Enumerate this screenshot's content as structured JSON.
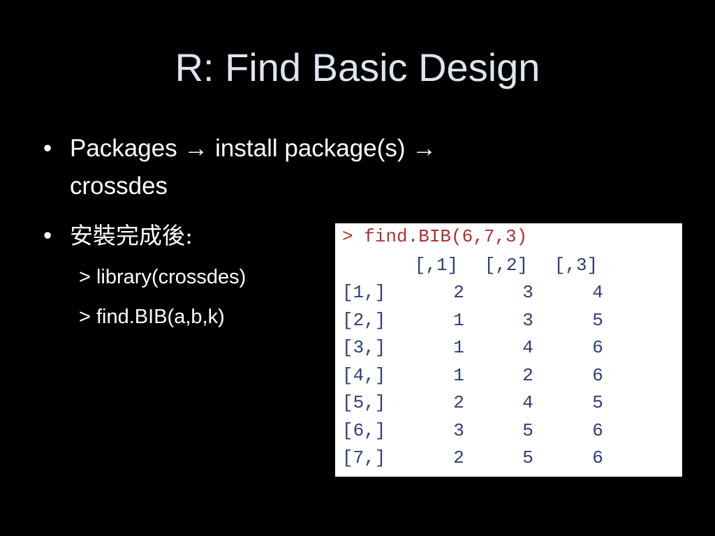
{
  "slide": {
    "title": "R: Find Basic Design",
    "bullets": [
      {
        "marker": "•",
        "lines": [
          "Packages → install package(s) →",
          "crossdes"
        ]
      },
      {
        "marker": "•",
        "text": "安裝完成後:"
      }
    ],
    "sub_items": [
      "> library(crossdes)",
      "> find.BIB(a,b,k)"
    ]
  },
  "console": {
    "command": "> find.BIB(6,7,3)",
    "col_headers": [
      "[,1]",
      "[,2]",
      "[,3]"
    ],
    "rows": [
      {
        "label": "[1,]",
        "values": [
          "2",
          "3",
          "4"
        ]
      },
      {
        "label": "[2,]",
        "values": [
          "1",
          "3",
          "5"
        ]
      },
      {
        "label": "[3,]",
        "values": [
          "1",
          "4",
          "6"
        ]
      },
      {
        "label": "[4,]",
        "values": [
          "1",
          "2",
          "6"
        ]
      },
      {
        "label": "[5,]",
        "values": [
          "2",
          "4",
          "5"
        ]
      },
      {
        "label": "[6,]",
        "values": [
          "3",
          "5",
          "6"
        ]
      },
      {
        "label": "[7,]",
        "values": [
          "2",
          "5",
          "6"
        ]
      }
    ],
    "colors": {
      "command": "#b03030",
      "output": "#2c3e7a"
    }
  }
}
